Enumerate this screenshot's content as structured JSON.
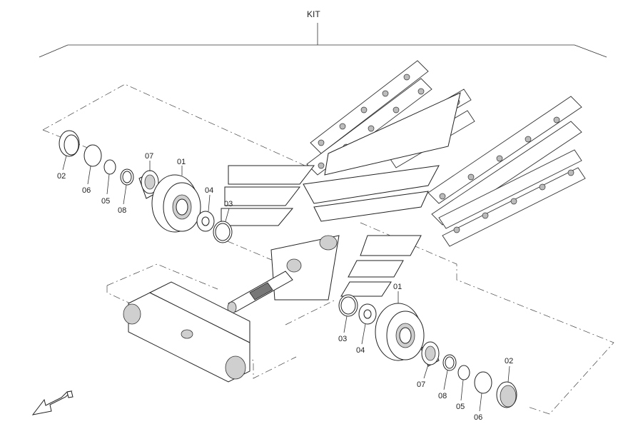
{
  "title": "KIT",
  "parts": {
    "upper": [
      "02",
      "06",
      "05",
      "08",
      "07",
      "01",
      "04",
      "03"
    ],
    "lower": [
      "03",
      "04",
      "01",
      "07",
      "08",
      "05",
      "06",
      "02"
    ]
  }
}
